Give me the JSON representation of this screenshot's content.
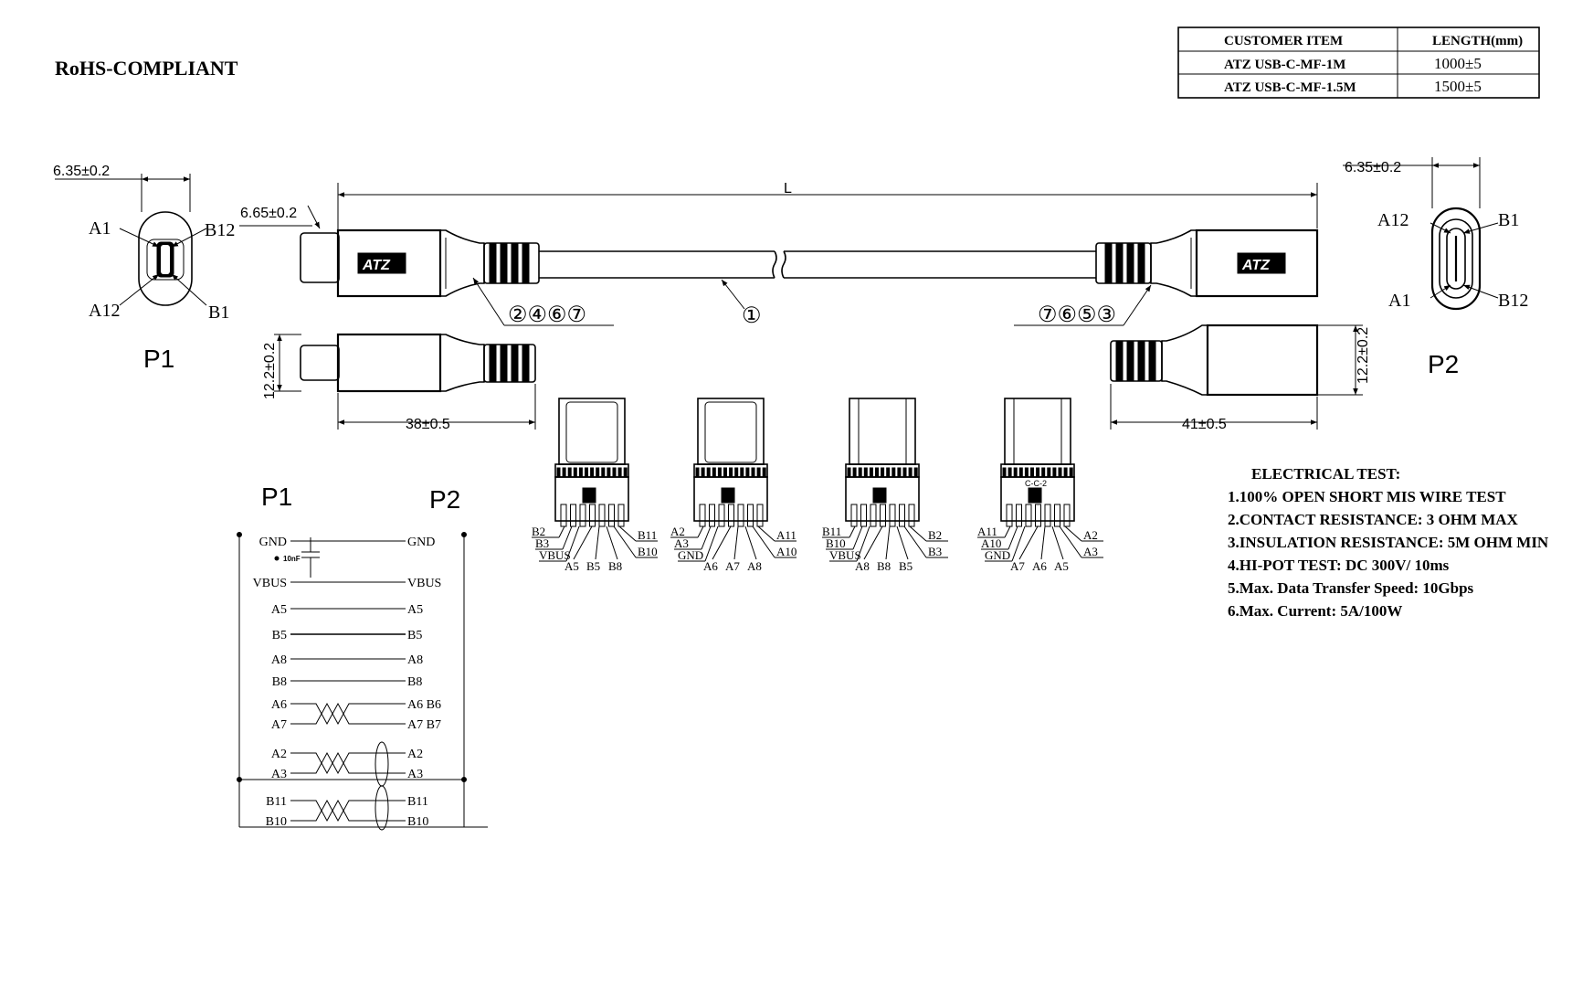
{
  "header": {
    "rohs": "RoHS-COMPLIANT"
  },
  "spec_table": {
    "headers": [
      "CUSTOMER ITEM",
      "LENGTH(mm)"
    ],
    "rows": [
      [
        "ATZ USB-C-MF-1M",
        "1000±5"
      ],
      [
        "ATZ USB-C-MF-1.5M",
        "1500±5"
      ]
    ]
  },
  "dimensions": {
    "p1_width": "6.35±0.2",
    "p2_width": "6.35±0.2",
    "plug_thickness": "6.65±0.2",
    "length": "L",
    "p1_height": "12.2±0.2",
    "p2_height": "12.2±0.2",
    "p1_length": "38±0.5",
    "p2_length": "41±0.5"
  },
  "connectors": {
    "p1_label": "P1",
    "p2_label": "P2",
    "p1_pins": {
      "top_left": "A1",
      "top_right": "B12",
      "bottom_left": "A12",
      "bottom_right": "B1"
    },
    "p2_pins": {
      "top_left": "A12",
      "top_right": "B1",
      "bottom_left": "A1",
      "bottom_right": "B12"
    },
    "logo": "ATZ"
  },
  "callouts": {
    "left_parts": "②④⑥⑦",
    "cable": "①",
    "right_parts": "⑦⑥⑤③"
  },
  "pcb_views": [
    {
      "top": [
        "B2",
        "B3",
        "VBUS"
      ],
      "bottom": [
        "A5",
        "B5",
        "B8"
      ],
      "right": [
        "B11",
        "B10"
      ]
    },
    {
      "top": [
        "A2",
        "A3",
        "GND"
      ],
      "bottom": [
        "A6",
        "A7",
        "A8"
      ],
      "right": [
        "A11",
        "A10"
      ]
    },
    {
      "top": [
        "B11",
        "B10",
        "VBUS"
      ],
      "bottom": [
        "A8",
        "B8",
        "B5"
      ],
      "right": [
        "B2",
        "B3"
      ]
    },
    {
      "top": [
        "A11",
        "A10",
        "GND"
      ],
      "bottom": [
        "A7",
        "A6",
        "A5"
      ],
      "right": [
        "A2",
        "A3"
      ]
    }
  ],
  "pcb_labels": {
    "cap_view_4": "C-C-2"
  },
  "wiring": {
    "p1_title": "P1",
    "p2_title": "P2",
    "cap_label": "10nF",
    "rows": [
      {
        "left": "GND",
        "right": "GND"
      },
      {
        "left": "VBUS",
        "right": "VBUS"
      },
      {
        "left": "A5",
        "right": "A5"
      },
      {
        "left": "B5",
        "right": "B5"
      },
      {
        "left": "A8",
        "right": "A8"
      },
      {
        "left": "B8",
        "right": "B8"
      },
      {
        "left": "A6",
        "right": "A6 B6"
      },
      {
        "left": "A7",
        "right": "A7 B7"
      },
      {
        "left": "A2",
        "right": "A2"
      },
      {
        "left": "A3",
        "right": "A3"
      },
      {
        "left": "B11",
        "right": "B11"
      },
      {
        "left": "B10",
        "right": "B10"
      }
    ]
  },
  "electrical_test": {
    "title": "ELECTRICAL TEST:",
    "items": [
      "1.100% OPEN SHORT MIS WIRE TEST",
      "2.CONTACT RESISTANCE: 3 OHM MAX",
      "3.INSULATION RESISTANCE: 5M OHM MIN",
      "4.HI-POT TEST: DC 300V/ 10ms",
      "5.Max. Data Transfer Speed: 10Gbps",
      "6.Max. Current: 5A/100W"
    ]
  }
}
